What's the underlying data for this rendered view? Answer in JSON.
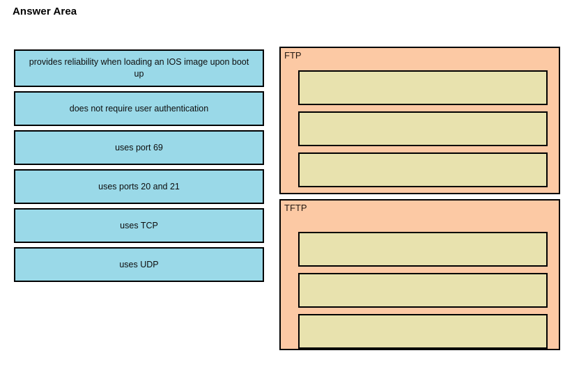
{
  "page": {
    "title": "Answer Area"
  },
  "colors": {
    "option_fill": "#9ad9e8",
    "group_fill": "#fcc9a4",
    "slot_fill": "#e8e2ae",
    "border": "#000000",
    "background": "#ffffff"
  },
  "options": [
    {
      "label": "provides reliability when loading an IOS image upon boot up"
    },
    {
      "label": "does not require user authentication"
    },
    {
      "label": "uses port 69"
    },
    {
      "label": "uses ports 20 and 21"
    },
    {
      "label": "uses TCP"
    },
    {
      "label": "uses UDP"
    }
  ],
  "targets": [
    {
      "label": "FTP",
      "slots": [
        {
          "value": ""
        },
        {
          "value": ""
        },
        {
          "value": ""
        }
      ]
    },
    {
      "label": "TFTP",
      "slots": [
        {
          "value": ""
        },
        {
          "value": ""
        },
        {
          "value": ""
        }
      ]
    }
  ]
}
